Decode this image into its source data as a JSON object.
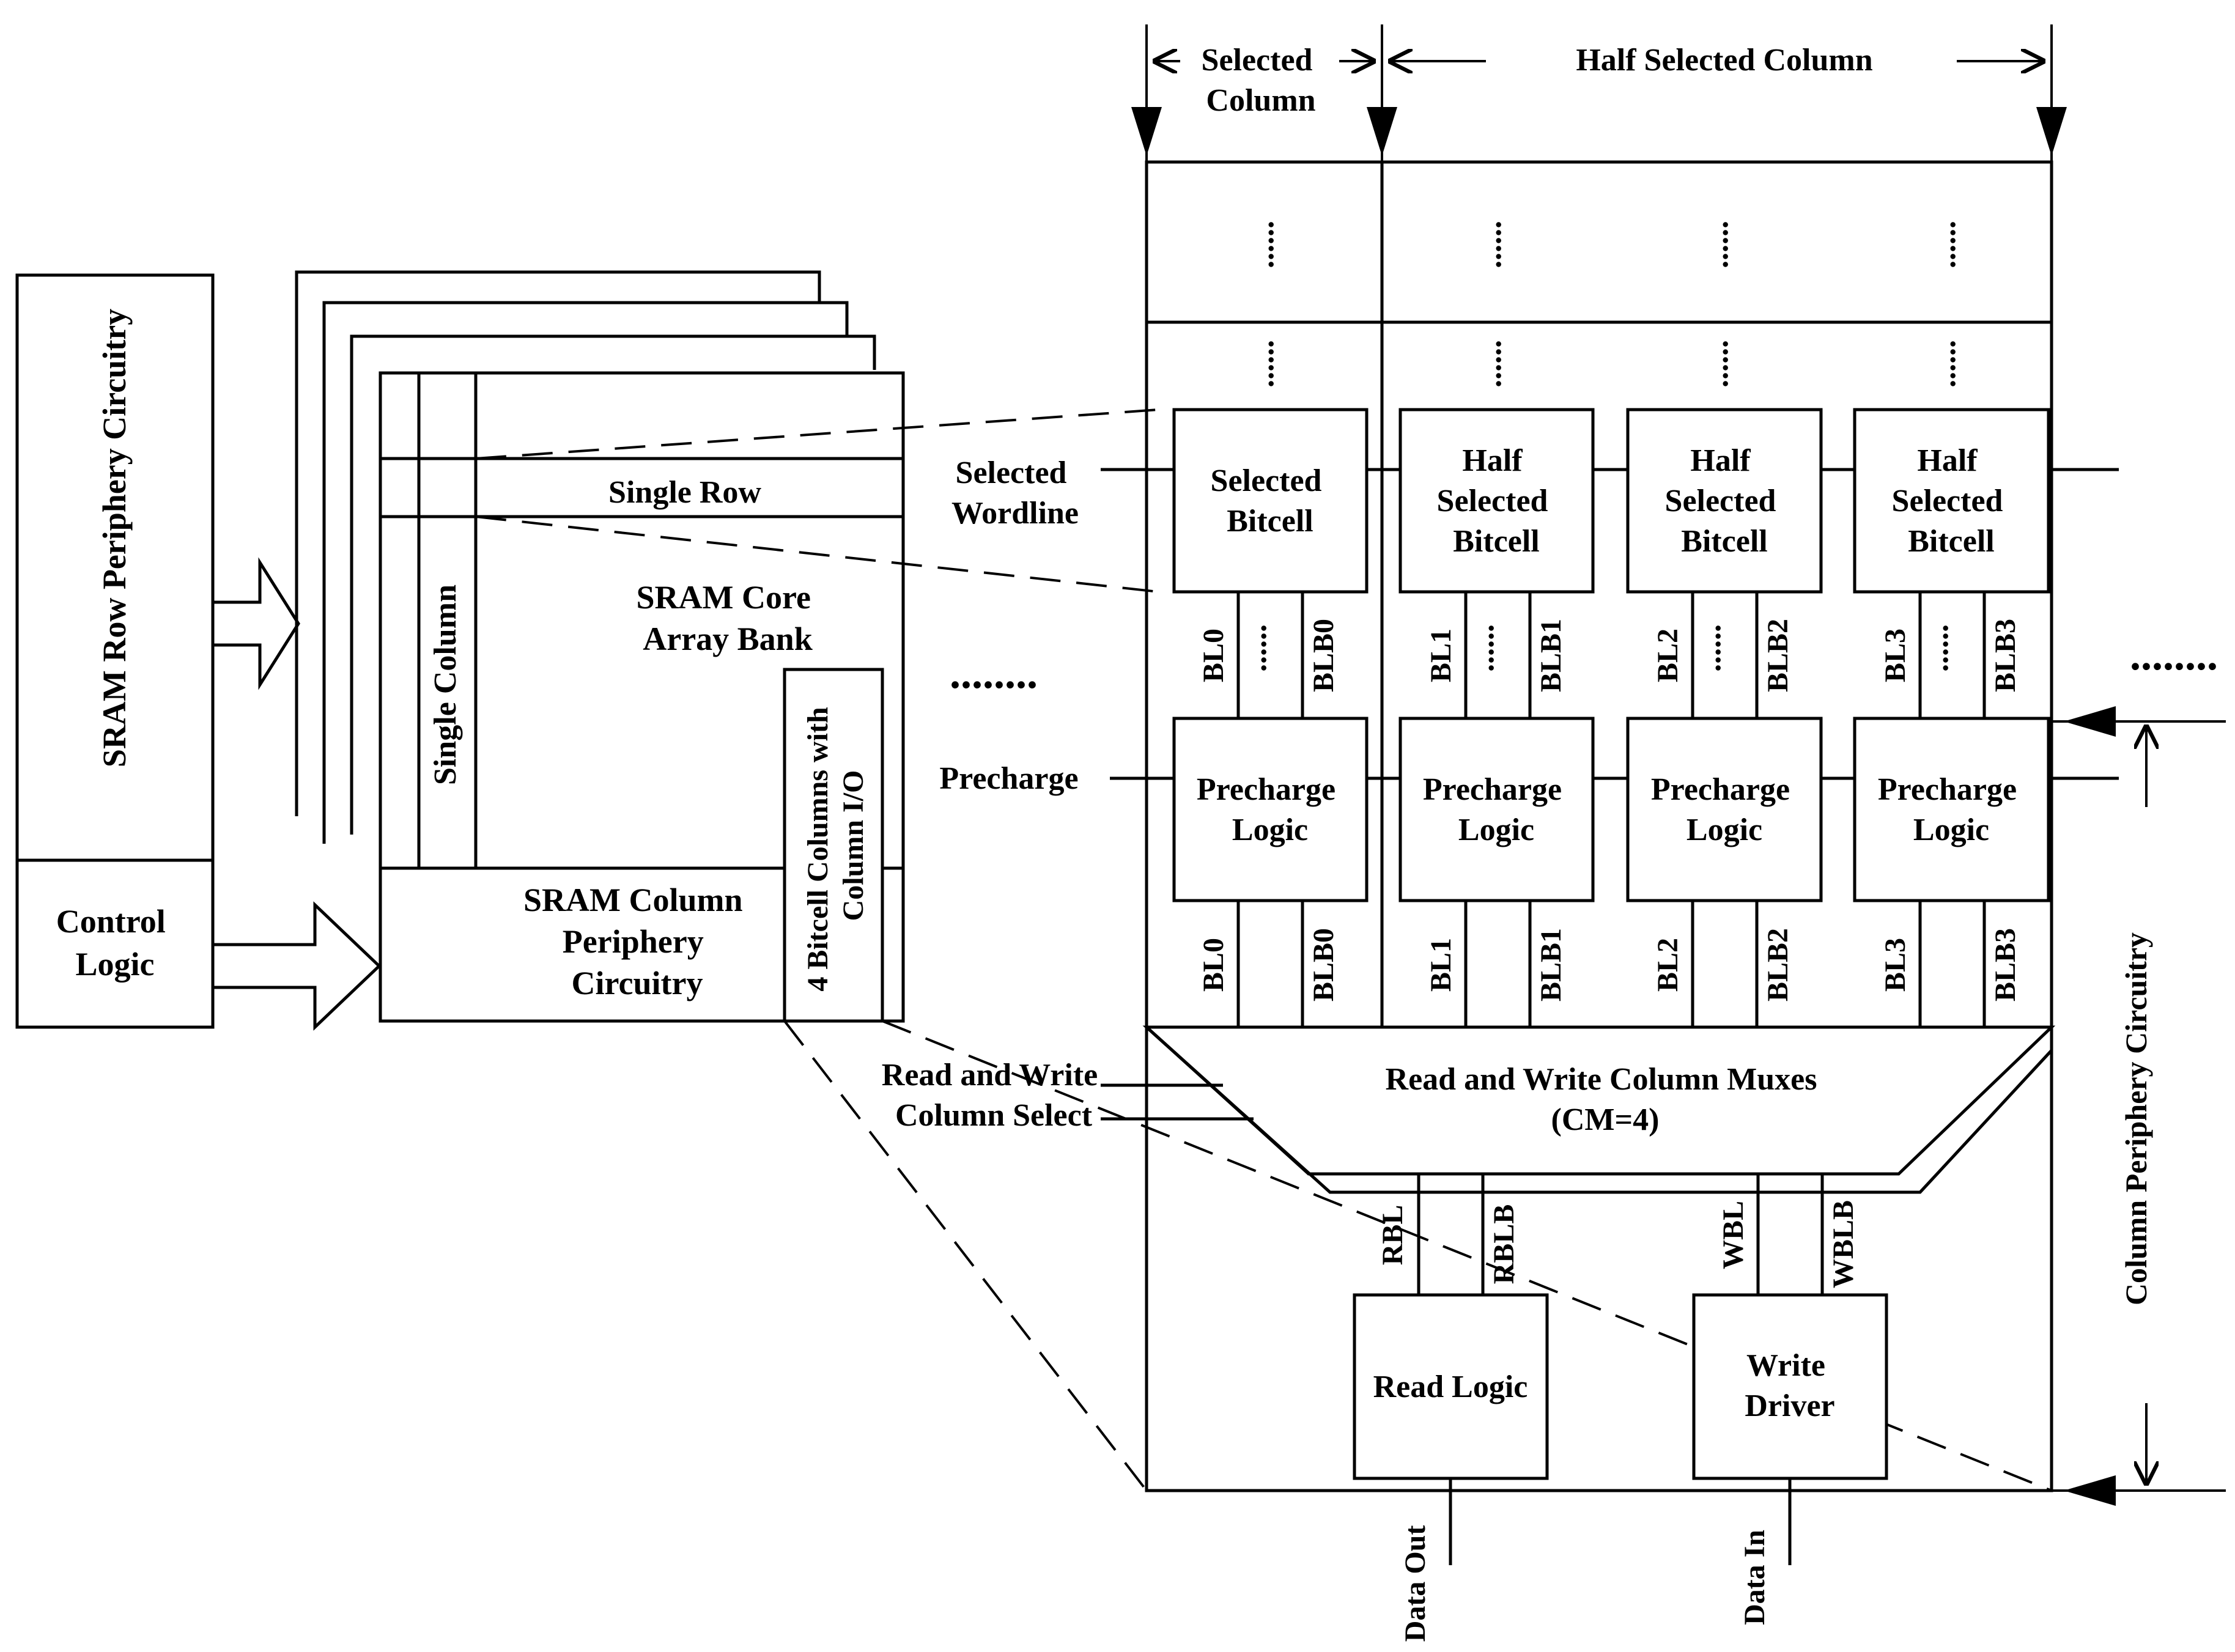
{
  "left": {
    "row_periphery": "SRAM Row Periphery Circuitry",
    "control_logic": [
      "Control",
      "Logic"
    ],
    "single_row": "Single Row",
    "single_column": "Single Column",
    "core_array_bank": [
      "SRAM Core",
      "Array Bank"
    ],
    "column_periphery": [
      "SRAM Column",
      "Periphery",
      "Circuitry"
    ],
    "bitcell_columns": [
      "4 Bitcell Columns with",
      "Column I/O"
    ]
  },
  "top": {
    "selected_column": [
      "Selected",
      "Column"
    ],
    "half_selected_column": "Half Selected Column"
  },
  "side_labels": {
    "selected_wordline": [
      "Selected",
      "Wordline"
    ],
    "precharge": "Precharge",
    "rw_column_select": [
      "Read and Write",
      "Column Select"
    ],
    "column_periphery_circuitry": "Column Periphery Circuitry",
    "ellipsis": "........"
  },
  "columns": [
    {
      "cell": [
        "Selected",
        "Bitcell"
      ],
      "bl": "BL0",
      "blb": "BLB0",
      "precharge": [
        "Precharge",
        "Logic"
      ]
    },
    {
      "cell": [
        "Half",
        "Selected",
        "Bitcell"
      ],
      "bl": "BL1",
      "blb": "BLB1",
      "precharge": [
        "Precharge",
        "Logic"
      ]
    },
    {
      "cell": [
        "Half",
        "Selected",
        "Bitcell"
      ],
      "bl": "BL2",
      "blb": "BLB2",
      "precharge": [
        "Precharge",
        "Logic"
      ]
    },
    {
      "cell": [
        "Half",
        "Selected",
        "Bitcell"
      ],
      "bl": "BL3",
      "blb": "BLB3",
      "precharge": [
        "Precharge",
        "Logic"
      ]
    }
  ],
  "mux": {
    "label": "Read and Write Column Muxes",
    "cm": "(CM=4)"
  },
  "signals": {
    "rbl": "RBL",
    "rblb": "RBLB",
    "wbl": "WBL",
    "wblb": "WBLB"
  },
  "read_logic": "Read Logic",
  "write_driver": [
    "Write",
    "Driver"
  ],
  "data_out": "Data Out",
  "data_in": "Data In",
  "dots": "......"
}
